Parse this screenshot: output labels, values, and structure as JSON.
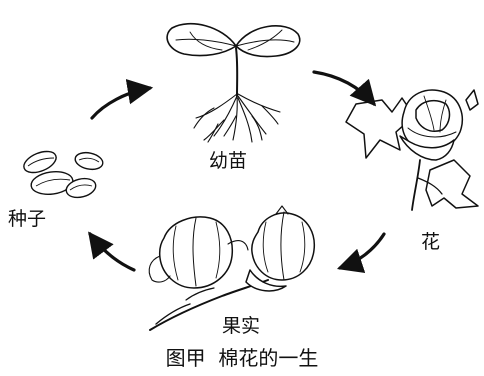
{
  "stages": {
    "seedling": "幼苗",
    "flower": "花",
    "fruit": "果实",
    "seed": "种子"
  },
  "caption": {
    "figure_number": "图甲",
    "title": "棉花的一生"
  },
  "colors": {
    "ink": "#111111",
    "background": "#ffffff"
  }
}
